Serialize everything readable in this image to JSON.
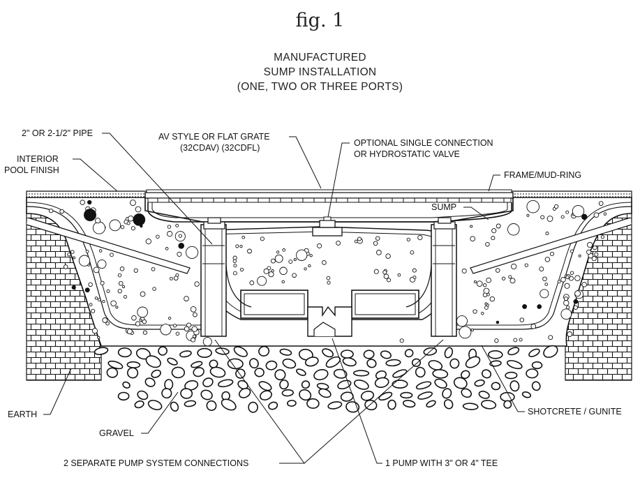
{
  "figure": {
    "label": "fig. 1"
  },
  "title": {
    "line1": "MANUFACTURED",
    "line2": "SUMP INSTALLATION",
    "line3": "(ONE, TWO OR THREE PORTS)"
  },
  "labels": {
    "pipe": "2\" OR 2-1/2\" PIPE",
    "grate_line1": "AV STYLE OR FLAT GRATE",
    "grate_line2": "(32CDAV)   (32CDFL)",
    "optional_line1": "OPTIONAL SINGLE CONNECTION",
    "optional_line2": "OR HYDROSTATIC VALVE",
    "interior_line1": "INTERIOR",
    "interior_line2": "POOL FINISH",
    "frame": "FRAME/MUD-RING",
    "sump": "SUMP",
    "earth": "EARTH",
    "gravel": "GRAVEL",
    "shotcrete": "SHOTCRETE / GUNITE",
    "two_connections": "2 SEPARATE PUMP SYSTEM CONNECTIONS",
    "one_pump": "1 PUMP WITH 3\" OR 4\" TEE"
  },
  "colors": {
    "line": "#111111",
    "background": "#ffffff"
  }
}
